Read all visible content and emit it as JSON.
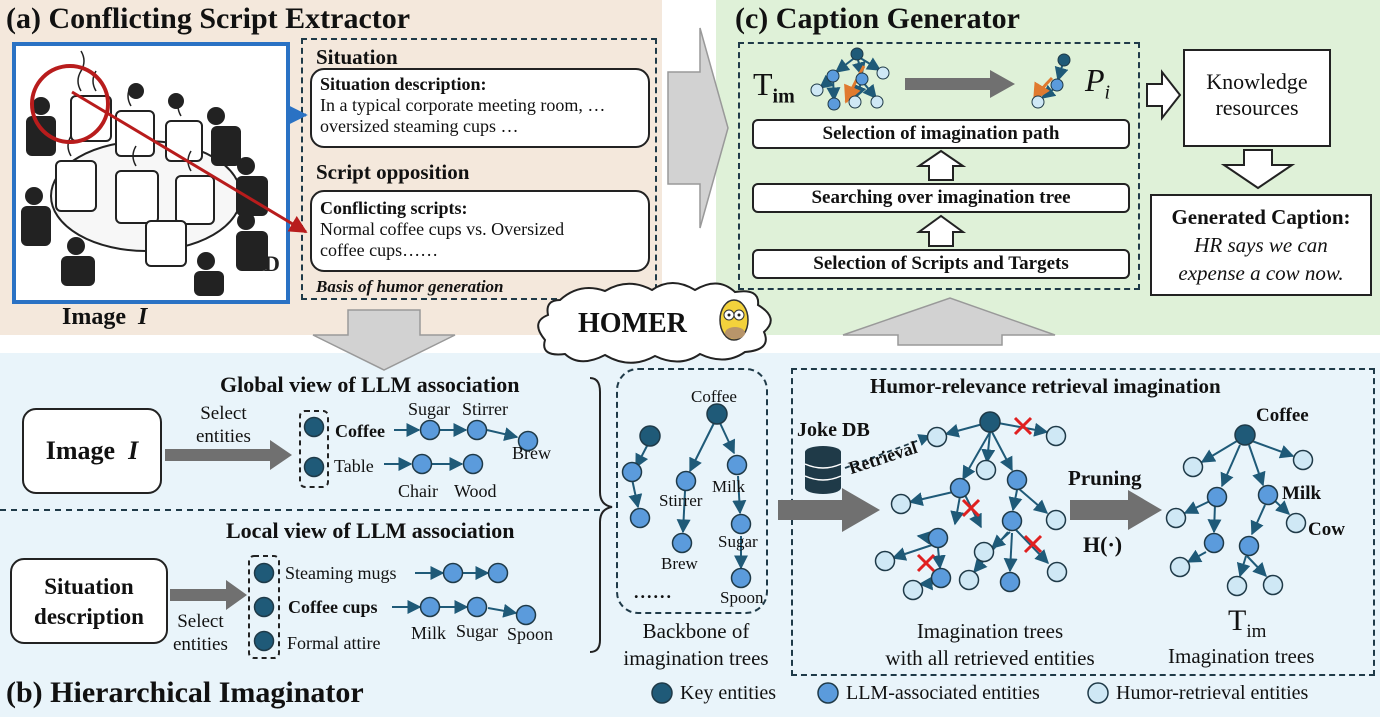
{
  "section_a": {
    "title": "(a) Conflicting Script Extractor",
    "image_label": "Image",
    "image_symbol": "I",
    "situation_header": "Situation",
    "situation_desc_title": "Situation description:",
    "situation_desc_line1": "In a typical corporate meeting room, …",
    "situation_desc_line2": "oversized steaming cups …",
    "script_opposition_header": "Script opposition",
    "conflicting_title": "Conflicting scripts:",
    "conflicting_line1": "Normal coffee cups vs. Oversized",
    "conflicting_line2": "coffee cups……",
    "basis": "Basis of humor generation"
  },
  "section_c": {
    "title": "(c) Caption Generator",
    "t_im_main": "T",
    "t_im_sub": "im",
    "p_main": "P",
    "p_sub": "i",
    "step_top": "Selection of imagination path",
    "step_mid": "Searching over imagination tree",
    "step_bottom": "Selection of Scripts and Targets",
    "knowledge_line1": "Knowledge",
    "knowledge_line2": "resources",
    "caption_title": "Generated Caption:",
    "caption_line1": "HR says we can",
    "caption_line2": "expense a cow now."
  },
  "homer": "HOMER",
  "section_b": {
    "title": "(b) Hierarchical Imaginator",
    "global_title": "Global view of LLM association",
    "local_title": "Local view of LLM association",
    "image_box": "Image",
    "image_symbol": "I",
    "select_line1": "Select",
    "select_line2": "entities",
    "global_entities": {
      "coffee": "Coffee",
      "sugar": "Sugar",
      "stirrer": "Stirrer",
      "brew": "Brew",
      "table": "Table",
      "chair": "Chair",
      "wood": "Wood"
    },
    "situation_line1": "Situation",
    "situation_line2": "description",
    "local_entities": {
      "steaming": "Steaming mugs",
      "cups": "Coffee cups",
      "attire": "Formal attire",
      "milk": "Milk",
      "sugar": "Sugar",
      "spoon": "Spoon"
    },
    "backbone": {
      "coffee": "Coffee",
      "stirrer": "Stirrer",
      "milk": "Milk",
      "brew": "Brew",
      "sugar": "Sugar",
      "spoon": "Spoon",
      "dots": "......",
      "caption_line1": "Backbone of",
      "caption_line2": "imagination trees"
    },
    "retrieval_title": "Humor-relevance retrieval imagination",
    "joke_db": "Joke DB",
    "retrieval": "Retrieval",
    "pruning": "Pruning",
    "h_func": "H(·)",
    "trees_all_line1": "Imagination trees",
    "trees_all_line2": "with all retrieved entities",
    "final": {
      "coffee": "Coffee",
      "milk": "Milk",
      "cow": "Cow"
    },
    "t_im_main": "T",
    "t_im_sub": "im",
    "final_caption": "Imagination trees"
  },
  "legend": {
    "key": "Key entities",
    "llm": "LLM-associated entities",
    "humor": "Humor-retrieval entities"
  },
  "colors": {
    "panel_a": "#f4e8dc",
    "panel_c": "#dff1d8",
    "panel_b": "#e9f4fa",
    "key_node": "#1f5a78",
    "llm_node": "#5b9bdc",
    "humor_node": "#cfe8f5",
    "image_frame": "#2a72c4",
    "red": "#b81c1c"
  }
}
